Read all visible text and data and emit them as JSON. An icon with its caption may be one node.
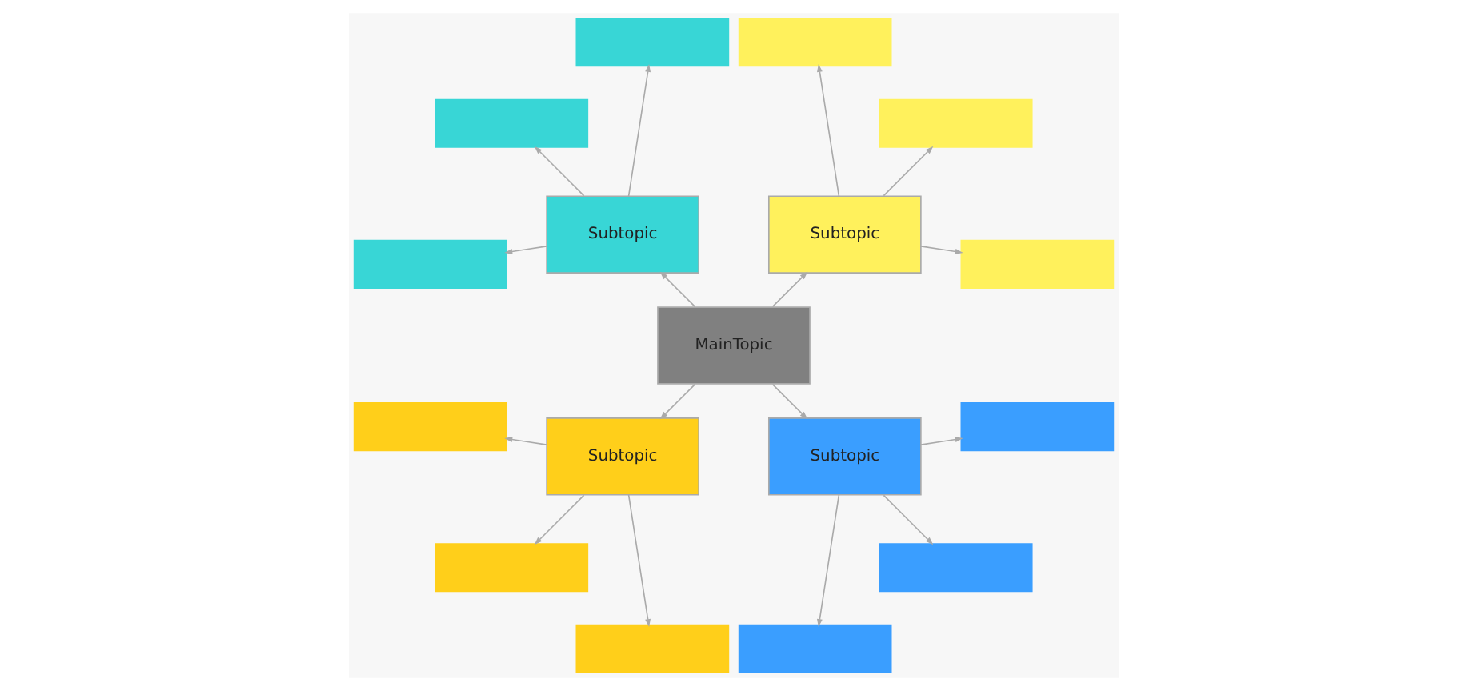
{
  "diagram": {
    "nodes": [
      {
        "text": [
          "MainTopic"
        ]
      },
      {
        "text": [
          "Subtopic"
        ]
      },
      {
        "text": [
          "Subtopic"
        ]
      },
      {
        "text": [
          "Subtopic"
        ]
      },
      {
        "text": [
          "Subtopic"
        ]
      },
      {
        "text": [],
        "shape": "box"
      },
      {
        "text": [],
        "shape": "box"
      },
      {
        "text": [],
        "shape": "box"
      },
      {
        "text": [],
        "shape": "box"
      },
      {
        "text": [],
        "shape": "box"
      },
      {
        "text": [],
        "shape": "box"
      },
      {
        "text": [],
        "shape": "box"
      },
      {
        "text": [],
        "shape": "box"
      },
      {
        "text": [],
        "shape": "box"
      },
      {
        "text": [],
        "shape": "box"
      },
      {
        "text": [],
        "shape": "box"
      },
      {
        "text": [],
        "shape": "box"
      }
    ],
    "edges": [
      {
        "from": 0,
        "to": 1,
        "arrow": "to"
      },
      {
        "from": 0,
        "to": 2,
        "arrow": "to"
      },
      {
        "from": 0,
        "to": 3,
        "arrow": "to"
      },
      {
        "from": 0,
        "to": 4,
        "arrow": "to"
      },
      {
        "from": 1,
        "to": 5,
        "arrow": "to"
      },
      {
        "from": 1,
        "to": 6,
        "arrow": "to"
      },
      {
        "from": 1,
        "to": 7,
        "arrow": "to"
      },
      {
        "from": 2,
        "to": 8,
        "arrow": "to"
      },
      {
        "from": 2,
        "to": 9,
        "arrow": "to"
      },
      {
        "from": 2,
        "to": 10,
        "arrow": "to"
      },
      {
        "from": 3,
        "to": 11,
        "arrow": "to"
      },
      {
        "from": 3,
        "to": 12,
        "arrow": "to"
      },
      {
        "from": 3,
        "to": 13,
        "arrow": "to"
      },
      {
        "from": 4,
        "to": 14,
        "arrow": "to"
      },
      {
        "from": 4,
        "to": 15,
        "arrow": "to"
      },
      {
        "from": 4,
        "to": 16,
        "arrow": "to"
      }
    ]
  }
}
